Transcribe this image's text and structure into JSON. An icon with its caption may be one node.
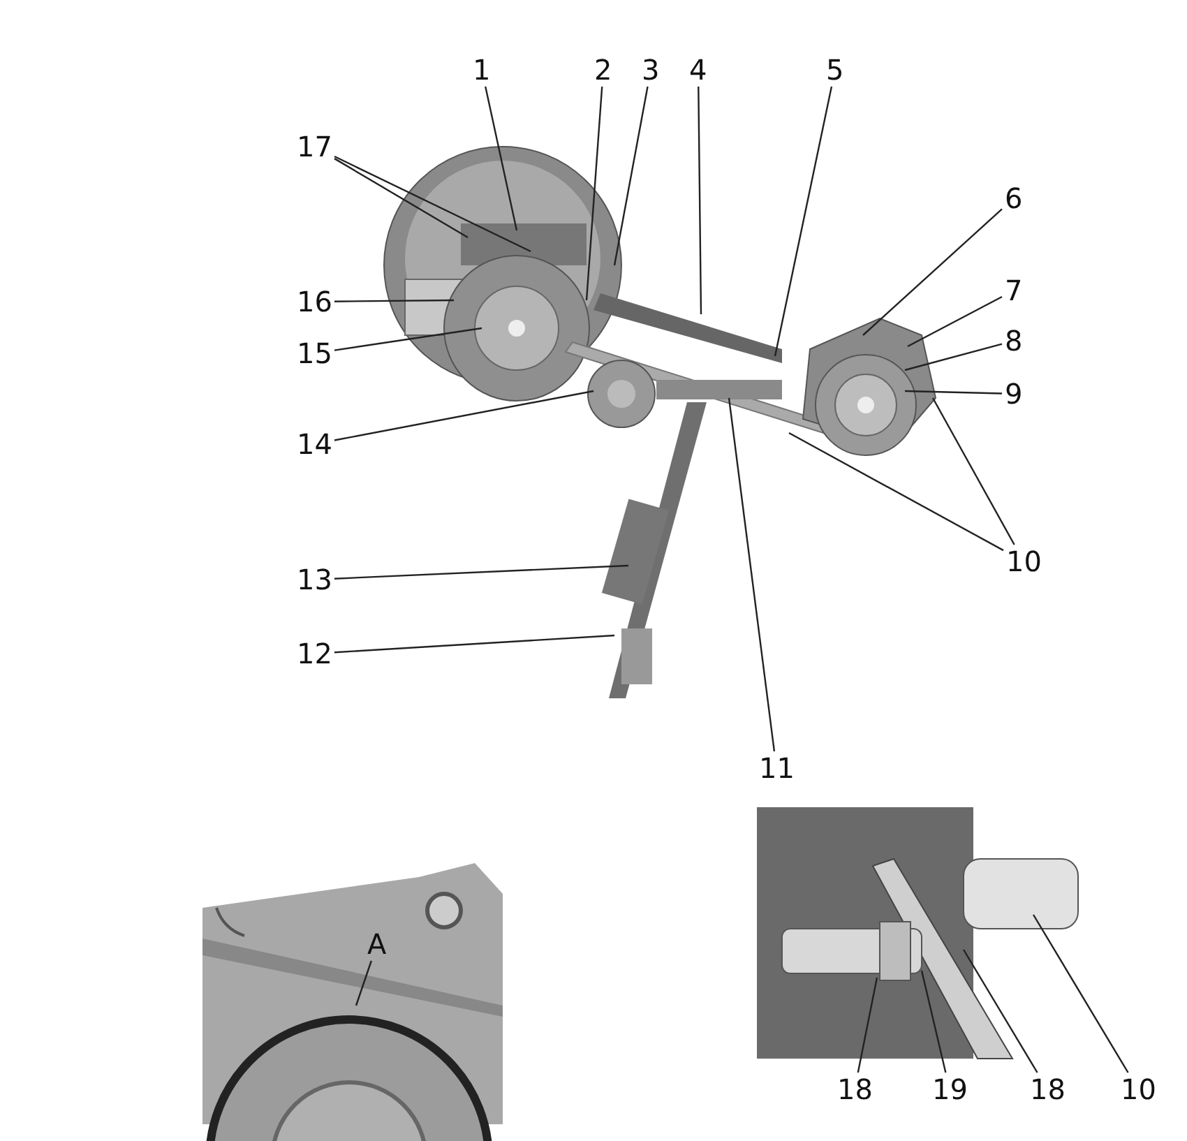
{
  "diagram": {
    "nodes": [
      {
        "text": [
          "1"
        ]
      },
      {
        "text": [
          "2"
        ]
      },
      {
        "text": [
          "3"
        ]
      },
      {
        "text": [
          "4"
        ]
      },
      {
        "text": [
          "5"
        ]
      },
      {
        "text": [
          "17"
        ]
      },
      {
        "text": [
          "6"
        ]
      },
      {
        "text": [
          "7"
        ]
      },
      {
        "text": [
          "16"
        ]
      },
      {
        "text": [
          "8"
        ]
      },
      {
        "text": [
          "15"
        ]
      },
      {
        "text": [
          "9"
        ]
      },
      {
        "text": [
          "14"
        ]
      },
      {
        "text": [
          "10"
        ]
      },
      {
        "text": [
          "13"
        ]
      },
      {
        "text": [
          "12"
        ]
      },
      {
        "text": [
          "11"
        ]
      },
      {
        "text": [
          "A"
        ]
      },
      {
        "text": [
          "18"
        ]
      },
      {
        "text": [
          "19"
        ]
      },
      {
        "text": [
          "18"
        ]
      },
      {
        "text": [
          "10"
        ]
      }
    ],
    "edges": [
      {
        "from": 0,
        "to": null,
        "arrow": "none"
      },
      {
        "from": 1,
        "to": null,
        "arrow": "none"
      },
      {
        "from": 2,
        "to": null,
        "arrow": "none"
      },
      {
        "from": 3,
        "to": null,
        "arrow": "none"
      },
      {
        "from": 4,
        "to": null,
        "arrow": "none"
      },
      {
        "from": 5,
        "to": null,
        "arrow": "none"
      },
      {
        "from": 5,
        "to": null,
        "arrow": "none"
      },
      {
        "from": 6,
        "to": null,
        "arrow": "none"
      },
      {
        "from": 7,
        "to": null,
        "arrow": "none"
      },
      {
        "from": 8,
        "to": null,
        "arrow": "none"
      },
      {
        "from": 9,
        "to": null,
        "arrow": "none"
      },
      {
        "from": 10,
        "to": null,
        "arrow": "none"
      },
      {
        "from": 11,
        "to": null,
        "arrow": "none"
      },
      {
        "from": 12,
        "to": null,
        "arrow": "none"
      },
      {
        "from": 13,
        "to": null,
        "arrow": "none"
      },
      {
        "from": 13,
        "to": null,
        "arrow": "none"
      },
      {
        "from": 14,
        "to": null,
        "arrow": "none"
      },
      {
        "from": 15,
        "to": null,
        "arrow": "none"
      },
      {
        "from": 16,
        "to": null,
        "arrow": "none"
      },
      {
        "from": 17,
        "to": null,
        "arrow": "none"
      },
      {
        "from": 18,
        "to": null,
        "arrow": "none"
      },
      {
        "from": 19,
        "to": null,
        "arrow": "none"
      },
      {
        "from": 20,
        "to": null,
        "arrow": "none"
      },
      {
        "from": 21,
        "to": null,
        "arrow": "none"
      }
    ]
  }
}
